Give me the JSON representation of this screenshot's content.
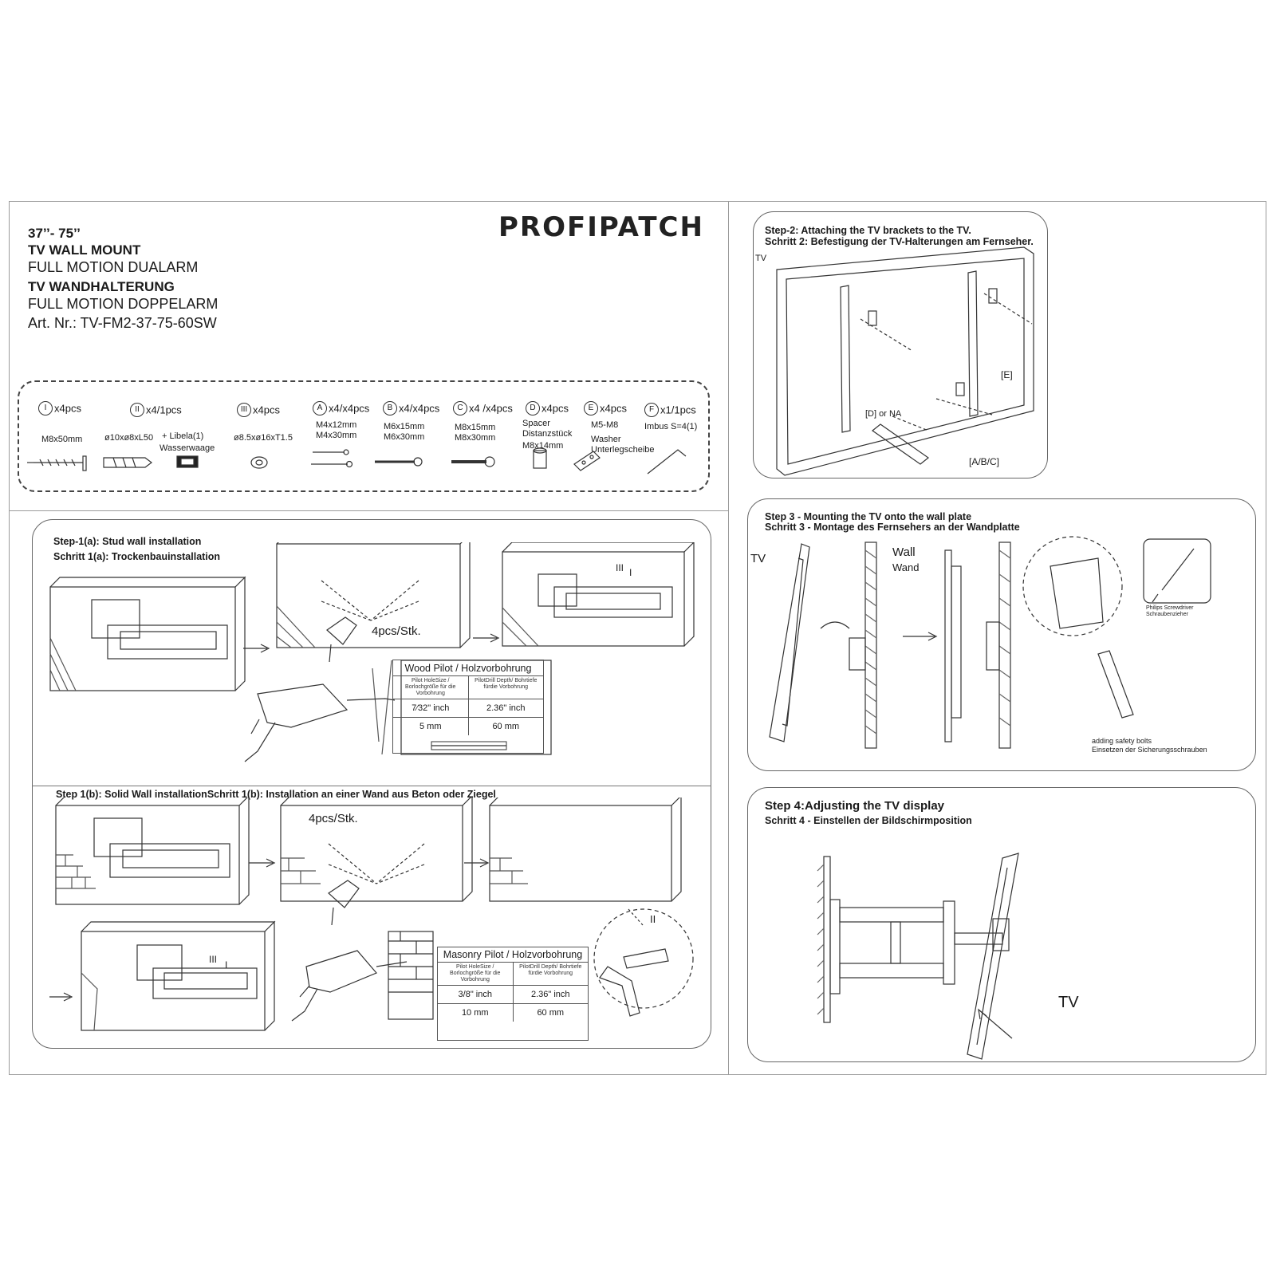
{
  "header": {
    "size_range": "37’’- 75’’",
    "title_en": "TV WALL MOUNT",
    "subtitle_en": "FULL MOTION DUALARM",
    "title_de": "TV WANDHALTERUNG",
    "subtitle_de": "FULL MOTION DOPPELARM",
    "article": "Art. Nr.: TV-FM2-37-75-60SW",
    "brand": "PROFIPATCH"
  },
  "parts": [
    {
      "id": "I",
      "qty": "x4pcs",
      "desc1": "M8x50mm",
      "desc2": ""
    },
    {
      "id": "II",
      "qty": "x4/1pcs",
      "desc1": "ø10xø8xL50",
      "desc2": "+ Libela(1)",
      "desc3": "Wasserwaage"
    },
    {
      "id": "III",
      "qty": "x4pcs",
      "desc1": "ø8.5xø16xT1.5",
      "desc2": ""
    },
    {
      "id": "A",
      "qty": "x4/x4pcs",
      "desc1": "M4x12mm",
      "desc2": "M4x30mm"
    },
    {
      "id": "B",
      "qty": "x4/x4pcs",
      "desc1": "M6x15mm",
      "desc2": "M6x30mm"
    },
    {
      "id": "C",
      "qty": "x4 /x4pcs",
      "desc1": "M8x15mm",
      "desc2": "M8x30mm"
    },
    {
      "id": "D",
      "qty": "x4pcs",
      "desc1": "Spacer",
      "desc2": "Distanzstück",
      "desc3": "M8x14mm"
    },
    {
      "id": "E",
      "qty": "x4pcs",
      "desc1": "M5-M8",
      "desc2": "Washer",
      "desc3": "Unterlegscheibe"
    },
    {
      "id": "F",
      "qty": "x1/1pcs",
      "desc1": "Imbus S=4(1)",
      "desc2": ""
    }
  ],
  "step1a": {
    "title_en": "Step-1(a): Stud wall installation",
    "title_de": "Schritt 1(a): Trockenbauinstallation",
    "count_label": "4pcs/Stk.",
    "screw_labels": [
      "III",
      "I"
    ],
    "table": {
      "title": "Wood Pilot / Holzvorbohrung",
      "col1": "Pilot HoleSize / Borlochgröße für die Vorbohrung",
      "col2": "PilotDrill Depth/ Bohrtiefe fürdie Vorbohrung",
      "rows": [
        [
          "7⁄32\" inch",
          "2.36\" inch"
        ],
        [
          "5 mm",
          "60 mm"
        ]
      ]
    }
  },
  "step1b": {
    "title": "Step 1(b): Solid Wall installationSchritt 1(b): Installation an einer Wand aus Beton oder Ziegel",
    "count_label": "4pcs/Stk.",
    "anchor_label": "II",
    "screw_labels": [
      "III",
      "I"
    ],
    "table": {
      "title": "Masonry Pilot / Holzvorbohrung",
      "col1": "Pilot HoleSize / Borlochgröße für die Vorbohrung",
      "col2": "PilotDrill Depth/ Bohrtiefe fürdie Vorbohrung",
      "rows": [
        [
          "3/8\" inch",
          "2.36\" inch"
        ],
        [
          "10 mm",
          "60 mm"
        ]
      ]
    }
  },
  "step2": {
    "title_en": "Step-2: Attaching the TV brackets to the TV.",
    "title_de": "Schritt 2: Befestigung der TV-Halterungen am Fernseher.",
    "tv_label": "TV",
    "label_e": "[E]",
    "label_d": "[D] or NA",
    "label_abc": "[A/B/C]"
  },
  "step3": {
    "title_en": "Step 3 - Mounting the TV onto the wall plate",
    "title_de": "Schritt 3 - Montage des Fernsehers an der Wandplatte",
    "tv_label": "TV",
    "wall_en": "Wall",
    "wall_de": "Wand",
    "screwdriver_en": "Philips Screwdriver",
    "screwdriver_de": "Schraubenzieher",
    "safety_en": "adding safety bolts",
    "safety_de": "Einsetzen der Sicherungsschrauben"
  },
  "step4": {
    "title_en": "Step 4:Adjusting the TV display",
    "title_de": "Schritt 4 - Einstellen der Bildschirmposition",
    "tv_label": "TV"
  }
}
